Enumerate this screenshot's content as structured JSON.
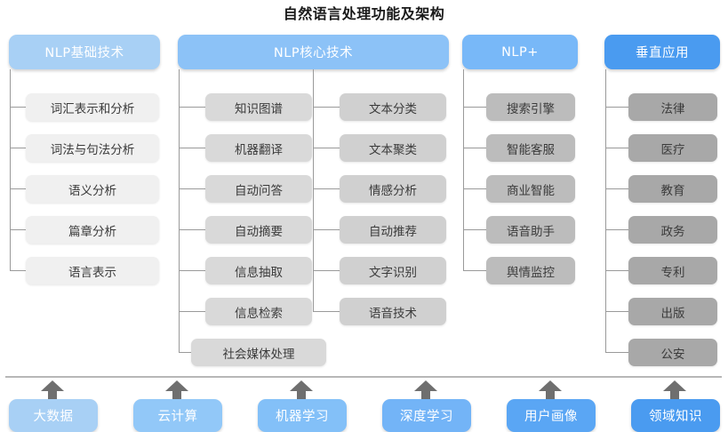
{
  "title": "自然语言处理功能及架构",
  "colors": {
    "header_1": "#a8d0f5",
    "header_2": "#8cc2f7",
    "header_3": "#78b8f8",
    "header_4": "#4a9bf0",
    "item_col1": "#f0f0f0",
    "item_col2": "#d9d9d9",
    "item_col3": "#d0d0d0",
    "item_col4": "#bcbcbc",
    "item_col5": "#a8a8a8",
    "line": "#9a9a9a",
    "rule": "#b7b7b7",
    "arrow": "#6f6f6f",
    "title_text": "#1a1a1a",
    "item_text": "#3b3b3b",
    "header_text": "#ffffff"
  },
  "columns": [
    {
      "header": "NLP基础技术",
      "groups": [
        {
          "items": [
            "词汇表示和分析",
            "词法与句法分析",
            "语义分析",
            "篇章分析",
            "语言表示"
          ]
        }
      ]
    },
    {
      "header": "NLP核心技术",
      "groups": [
        {
          "items": [
            "知识图谱",
            "机器翻译",
            "自动问答",
            "自动摘要",
            "信息抽取",
            "信息检索",
            "社会媒体处理"
          ]
        },
        {
          "items": [
            "文本分类",
            "文本聚类",
            "情感分析",
            "自动推荐",
            "文字识别",
            "语音技术"
          ]
        }
      ]
    },
    {
      "header": "NLP+",
      "groups": [
        {
          "items": [
            "搜索引擎",
            "智能客服",
            "商业智能",
            "语音助手",
            "舆情监控"
          ]
        }
      ]
    },
    {
      "header": "垂直应用",
      "groups": [
        {
          "items": [
            "法律",
            "医疗",
            "教育",
            "政务",
            "专利",
            "出版",
            "公安"
          ]
        }
      ]
    }
  ],
  "foundation": {
    "boxes": [
      "大数据",
      "云计算",
      "机器学习",
      "深度学习",
      "用户画像",
      "领域知识"
    ],
    "arrow_icon": "arrow-up-icon"
  }
}
